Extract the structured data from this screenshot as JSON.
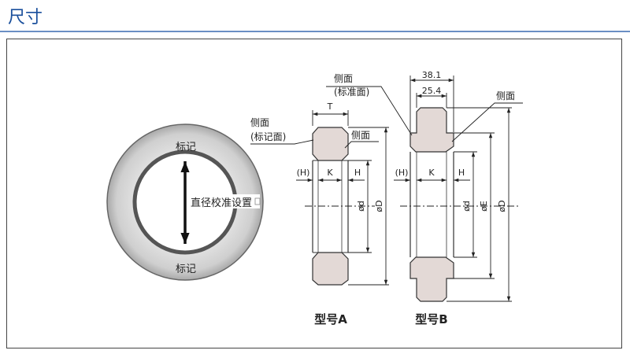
{
  "header": {
    "title": "尺寸"
  },
  "ring": {
    "mark_top": "标记",
    "mark_bottom": "标记",
    "calibration_label": "直径校准设置"
  },
  "type_a": {
    "side_label_1": "侧面",
    "side_label_1b": "(标记面)",
    "side_label_2": "侧面",
    "dim_t": "T",
    "dim_h_paren": "(H)",
    "dim_k": "K",
    "dim_h": "H",
    "dim_d_small": "ød",
    "dim_d_large": "øD",
    "caption": "型号A"
  },
  "type_b": {
    "side_label_1": "侧面",
    "side_label_1b": "(标准面)",
    "side_label_2": "侧面",
    "dim_top": "38.1",
    "dim_inner": "25.4",
    "dim_h_paren": "(H)",
    "dim_k": "K",
    "dim_h": "H",
    "dim_d_small": "ød",
    "dim_e": "øE",
    "dim_d_large": "øD",
    "caption": "型号B"
  }
}
